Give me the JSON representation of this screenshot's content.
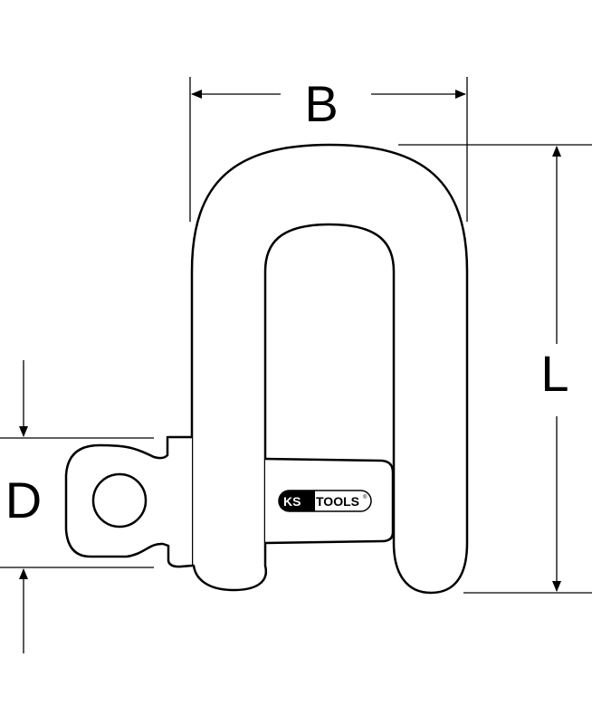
{
  "dimensions": {
    "width_label": "B",
    "length_label": "L",
    "diameter_label": "D"
  },
  "logo": {
    "brand_left": "KS",
    "brand_right": "TOOLS",
    "registered": "®"
  },
  "colors": {
    "stroke": "#000000",
    "background": "#ffffff"
  }
}
